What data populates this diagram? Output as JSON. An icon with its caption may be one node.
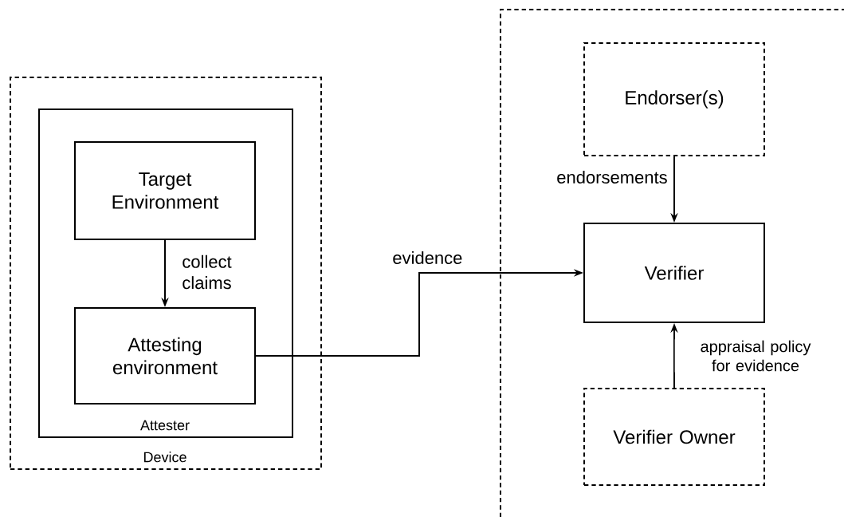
{
  "diagram": {
    "nodes": [
      {
        "text": [
          "Device"
        ]
      },
      {
        "text": [
          "Attester"
        ],
        "in": 0
      },
      {
        "text": [
          "Target Environment"
        ],
        "in": 1
      },
      {
        "text": [
          "Attesting environment"
        ],
        "in": 1
      },
      {
        "text": [],
        "shape": "box"
      },
      {
        "text": [
          "Endorser(s)"
        ],
        "in": 4
      },
      {
        "text": [
          "Verifier"
        ],
        "in": 4
      },
      {
        "text": [
          "Verifier Owner"
        ],
        "in": 4
      }
    ],
    "edges": [
      {
        "from": 2,
        "to": 3,
        "arrow": "to",
        "label": "collect claims"
      },
      {
        "from": 3,
        "to": 6,
        "arrow": "to",
        "label": "evidence"
      },
      {
        "from": 5,
        "to": 6,
        "arrow": "to",
        "label": "endorsements"
      },
      {
        "from": 7,
        "to": 6,
        "arrow": "to",
        "label": "appraisal policy for evidence"
      }
    ]
  }
}
